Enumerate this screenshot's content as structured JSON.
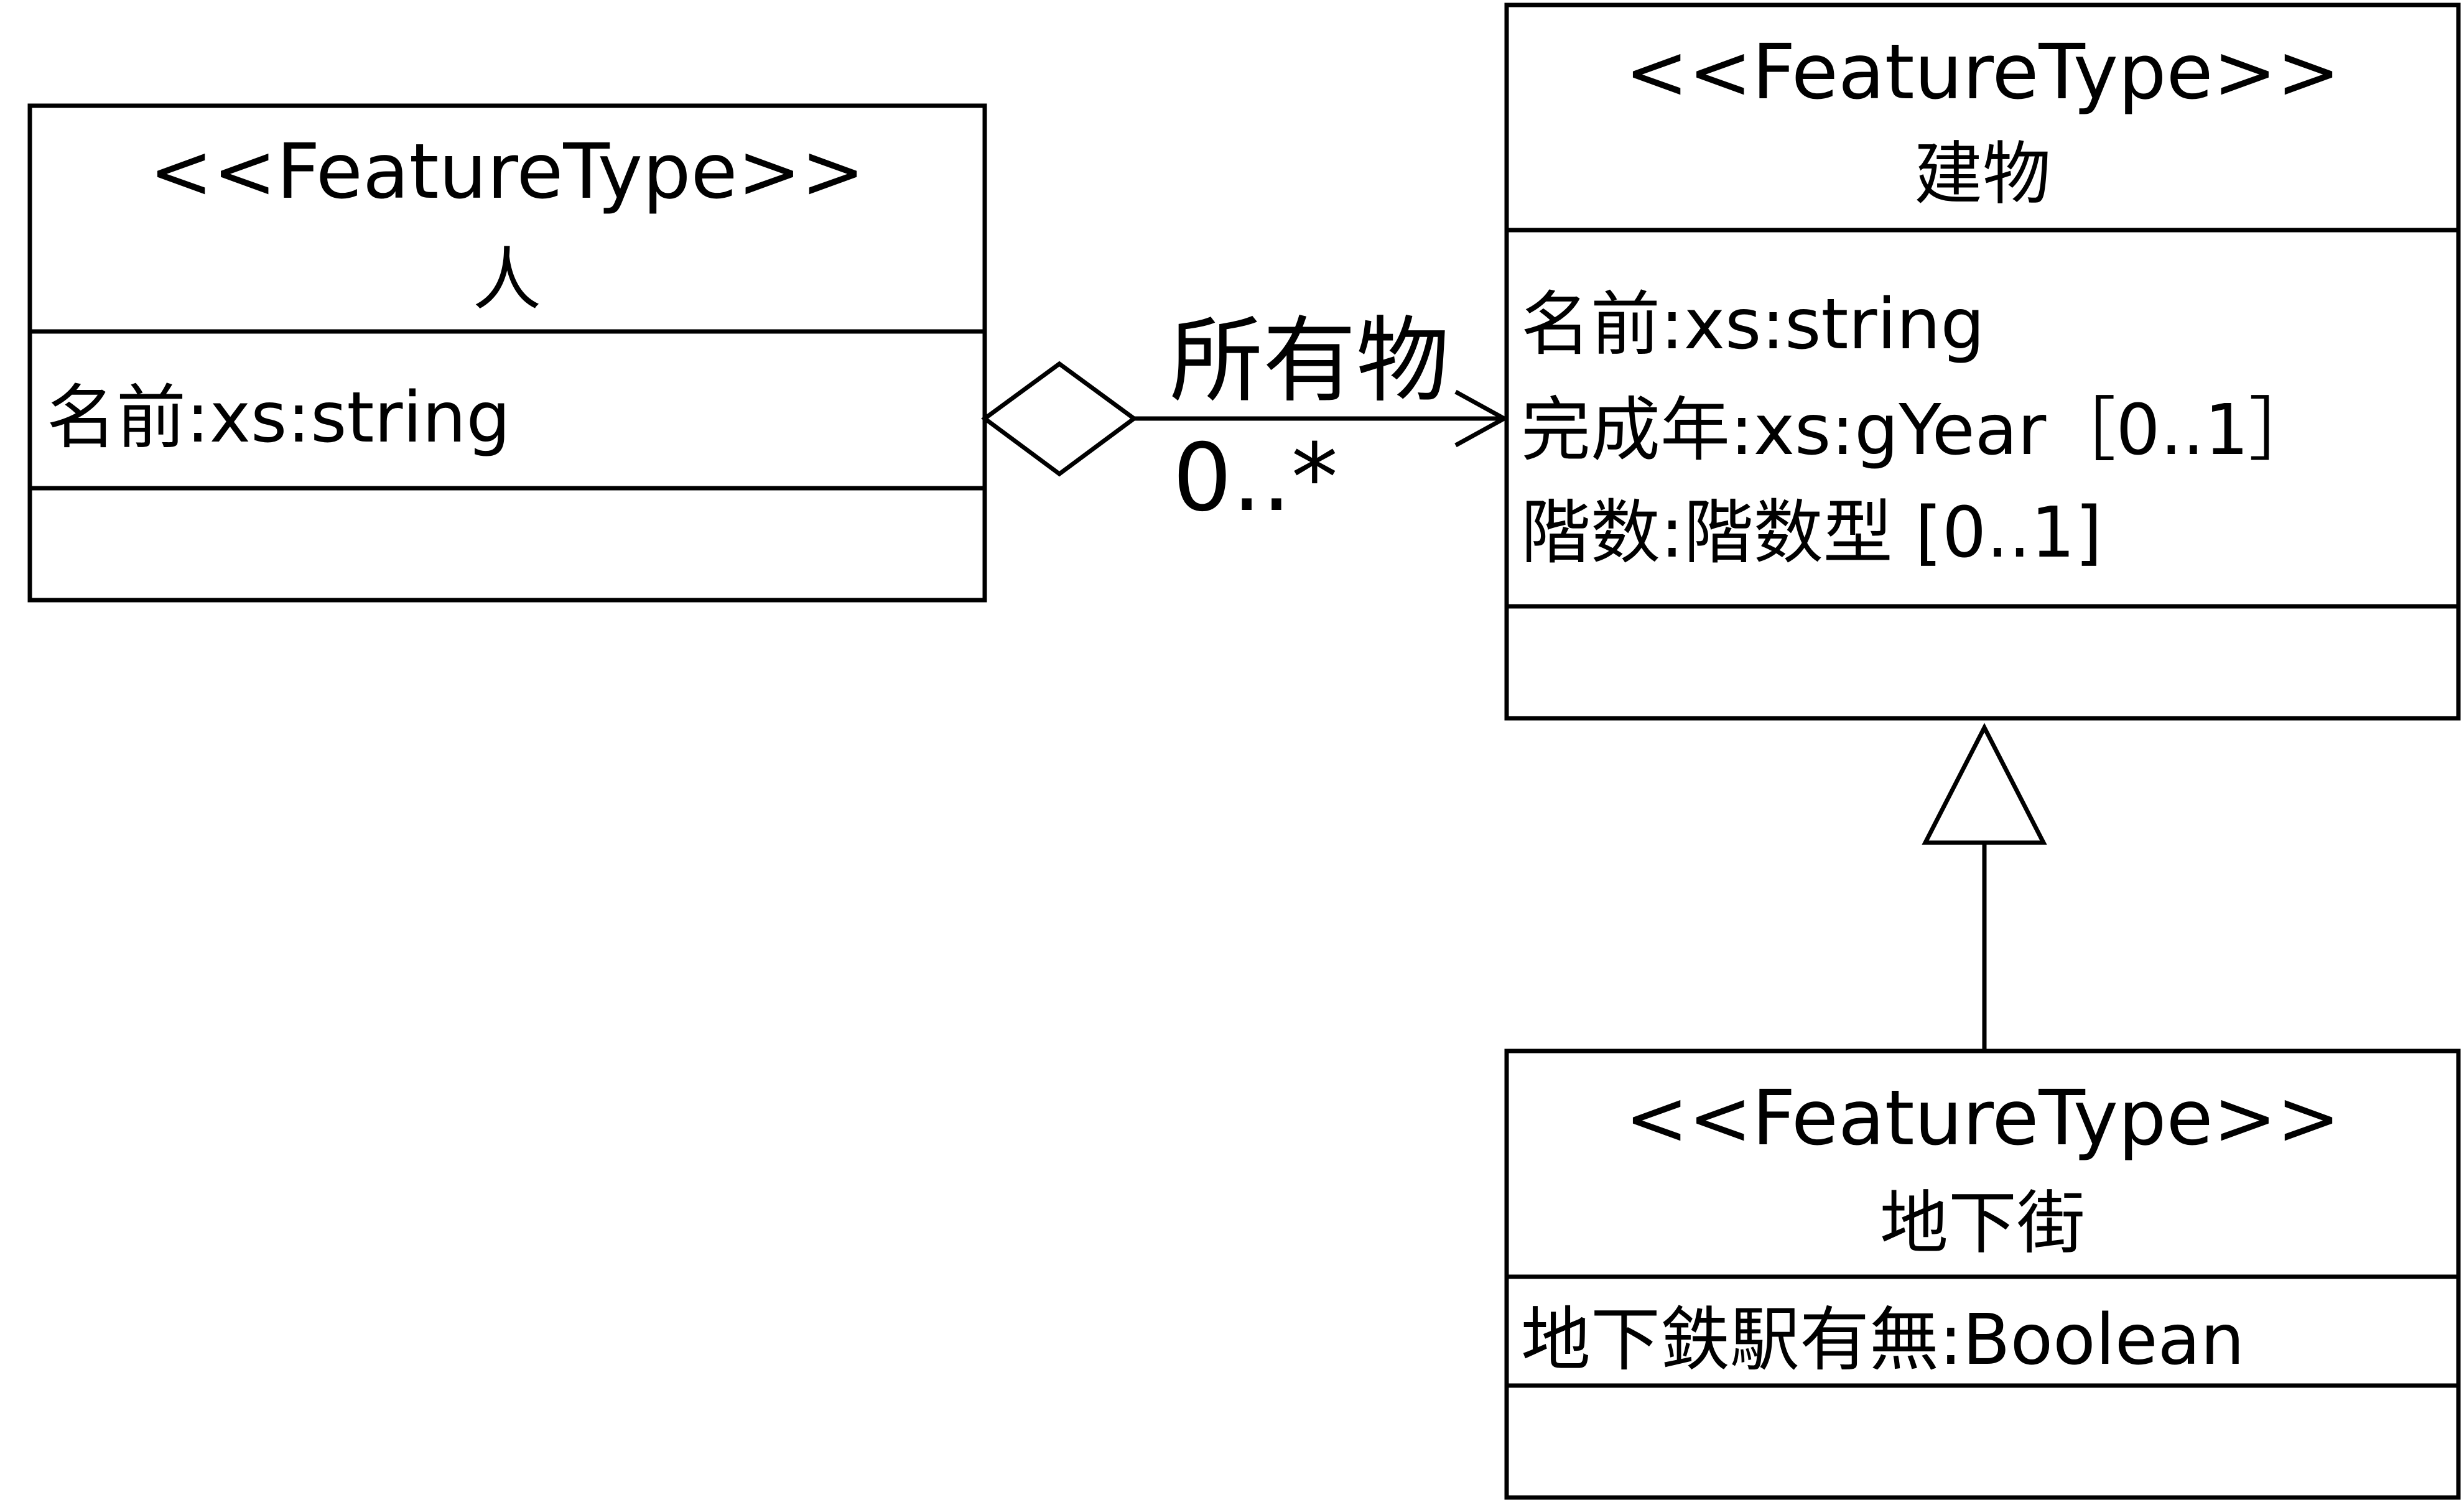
{
  "classes": {
    "person": {
      "stereotype": "<<FeatureType>>",
      "name": "人",
      "attributes": [
        "名前:xs:string"
      ]
    },
    "building": {
      "stereotype": "<<FeatureType>>",
      "name": "建物",
      "attributes": [
        "名前:xs:string",
        "完成年:xs:gYear［0..1］",
        "階数:階数型 [0..1]"
      ]
    },
    "underground_mall": {
      "stereotype": "<<FeatureType>>",
      "name": "地下街",
      "attributes": [
        "地下鉄駅有無:Boolean"
      ]
    }
  },
  "association": {
    "role": "所有物",
    "multiplicity": "0..*",
    "kind": "aggregation"
  },
  "generalization": {
    "from": "underground_mall",
    "to": "building"
  }
}
